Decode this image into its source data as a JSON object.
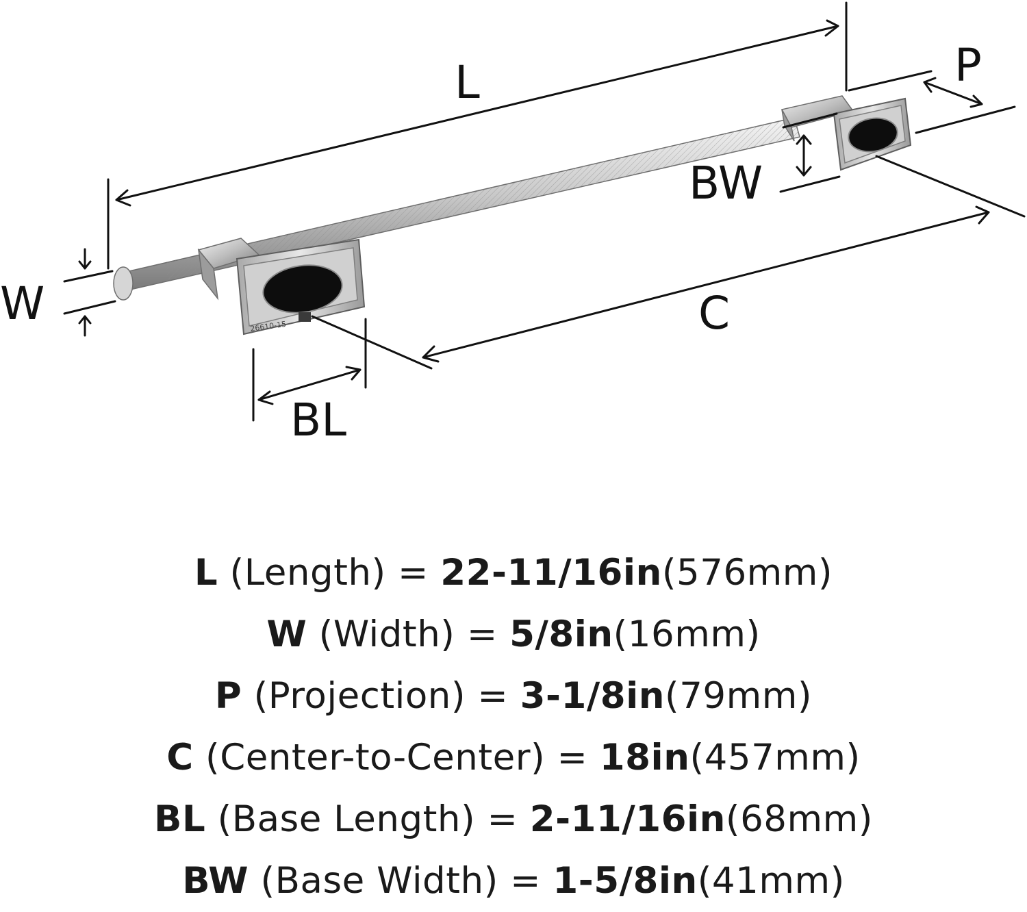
{
  "colors": {
    "ink": "#111111",
    "metal_light": "#eeeeee",
    "metal_mid": "#b8b8b8",
    "metal_dark": "#6e6e6e",
    "hole": "#0d0d0d"
  },
  "diagram": {
    "labels": {
      "L": "L",
      "W": "W",
      "P": "P",
      "C": "C",
      "BL": "BL",
      "BW": "BW"
    },
    "engraving": "26610-15"
  },
  "specs": [
    {
      "code": "L",
      "name": " (Length) = ",
      "imperial": "22-11/16in",
      "metric": "(576mm)"
    },
    {
      "code": "W",
      "name": " (Width) = ",
      "imperial": "5/8in",
      "metric": "(16mm)"
    },
    {
      "code": "P",
      "name": " (Projection) = ",
      "imperial": "3-1/8in",
      "metric": "(79mm)"
    },
    {
      "code": "C",
      "name": " (Center-to-Center) = ",
      "imperial": "18in",
      "metric": "(457mm)"
    },
    {
      "code": "BL",
      "name": " (Base Length) = ",
      "imperial": "2-11/16in",
      "metric": "(68mm)"
    },
    {
      "code": "BW",
      "name": " (Base Width) = ",
      "imperial": "1-5/8in",
      "metric": "(41mm)"
    }
  ]
}
